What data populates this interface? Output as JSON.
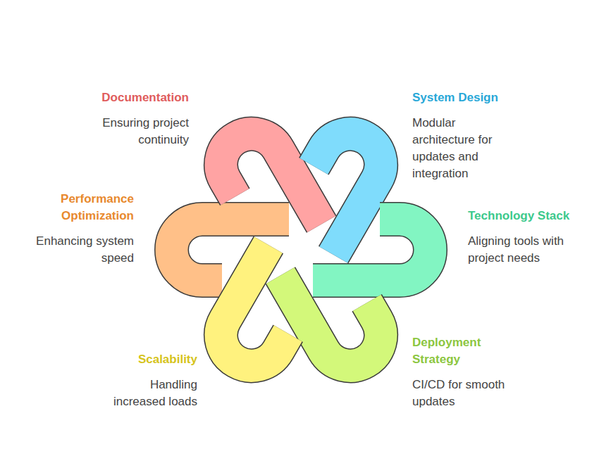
{
  "diagram": {
    "nodes": [
      {
        "text": [
          "Documentation",
          "Ensuring project continuity"
        ]
      },
      {
        "text": [
          "System Design",
          "Modular architecture for updates and integration"
        ]
      },
      {
        "text": [
          "Performance Optimization",
          "Enhancing system speed"
        ]
      },
      {
        "text": [
          "Technology Stack",
          "Aligning tools with project needs"
        ]
      },
      {
        "text": [
          "Scalability",
          "Handling increased loads"
        ]
      },
      {
        "text": [
          "Deployment Strategy",
          "CI/CD for smooth updates"
        ]
      }
    ]
  }
}
